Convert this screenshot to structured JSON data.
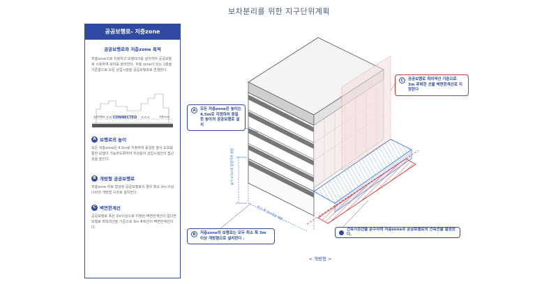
{
  "title": "보차분리를 위한 지구단위계획",
  "panel": {
    "header": "공공보행로- 저층zone",
    "subtitle": "공공보행로와 저층zone 목적",
    "intro": "저층zone으로 지정하고 보행데크를 설치하여 공공보행로 사용하여 보차를 분리한다. 저층 zone이 있는 2층을 기준층으로 모든 상업시설을 공공보행로로 연결한다.",
    "mini_labels": {
      "connected": "CONNECTED",
      "left": "공공보행로",
      "right": "저층zone"
    },
    "sections": [
      {
        "badge": "A",
        "title": "보행로의 높이",
        "body": "모든 저층zone은 4.5m로 지정하여 동일한 높이 도보를 통한 보행이 가능하도록하여 지상층의 상업시설간의 접근성을 높인다."
      },
      {
        "badge": "B",
        "title": "개방형 공공보행로",
        "body": "저층zone 하로 형성된 공공보행로의 경우 최소 3m 이상 너비의 개방형 구조로 설치한다."
      },
      {
        "badge": "C",
        "title": "벽면한계선",
        "body": "공공보행로 폭은 3m이상으로 지정된 벽면한계선이 없다면 보행로 최외곽선을 기준으로 3m 후퇴선이 벽면한계선이다."
      }
    ]
  },
  "callouts": {
    "a": {
      "badge": "A",
      "text": "모든 저층zone은 높이는 4.5m로 지정하여 동일한 높이의 공공보행로 설치"
    },
    "b": {
      "badge": "B",
      "text": "저층zone의 보행로는 모두 최소 폭 3m 이상 개방형으로 설치한다 ."
    },
    "c": {
      "badge": "C",
      "text": "공공보행로 최외곽선 기준으로 3m 후퇴한 선을 벽면한계선로 지정한다"
    },
    "d": {
      "text": "건축지정선을 준수하여 저층zone과 공공보행로의 건축선을 설정한다."
    }
  },
  "dim_labels": {
    "height": "높이 4.5m로 동일하게 설정",
    "width": "최소 폭 3m이상 개방"
  },
  "caption": "< 개방형 >",
  "colors": {
    "accent": "#2f4aa0",
    "red": "#d23c3c",
    "blue": "#2f6fd0"
  }
}
